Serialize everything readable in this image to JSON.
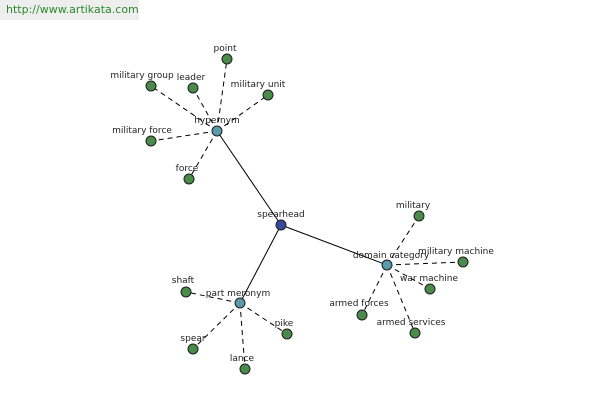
{
  "watermark": "http://www.artikata.com",
  "colors": {
    "root": "#3a4a9a",
    "relation": "#5a9aaa",
    "leaf": "#4a8a4a"
  },
  "diagram": {
    "root": {
      "id": "spearhead",
      "label": "spearhead"
    },
    "relations": [
      {
        "id": "hypernym",
        "label": "hypernym",
        "children": [
          "point",
          "leader",
          "military group",
          "military unit",
          "military force",
          "force"
        ]
      },
      {
        "id": "domain-category",
        "label": "domain category",
        "children": [
          "military",
          "military machine",
          "war machine",
          "armed forces",
          "armed services"
        ]
      },
      {
        "id": "part-meronym",
        "label": "part meronym",
        "children": [
          "shaft",
          "pike",
          "spear",
          "lance"
        ]
      }
    ]
  }
}
